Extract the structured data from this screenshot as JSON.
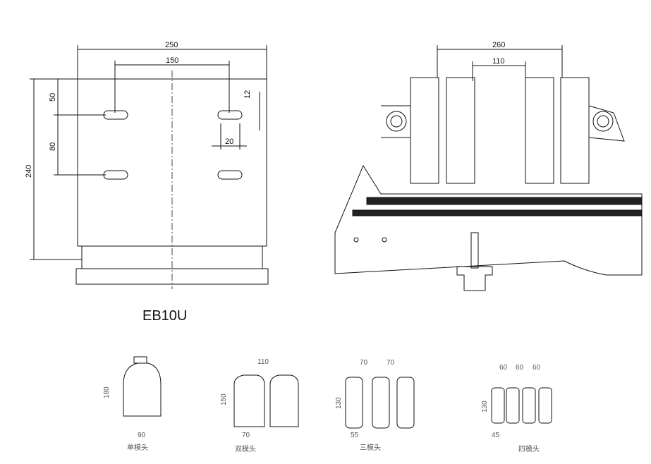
{
  "left_drawing": {
    "dims": {
      "width_total": "250",
      "hole_spacing": "150",
      "height_total": "240",
      "top_offset": "50",
      "hole_vertical": "80",
      "slot_height": "12",
      "slot_length": "20"
    }
  },
  "right_drawing": {
    "dims": {
      "outer": "260",
      "inner": "110"
    }
  },
  "model_label": "EB10U",
  "bottles": [
    {
      "label": "单模头",
      "height": "180",
      "width": "90"
    },
    {
      "label": "双模头",
      "height": "150",
      "width": "70",
      "spacing": "110"
    },
    {
      "label": "三模头",
      "height": "130",
      "width": "55",
      "spacing1": "70",
      "spacing2": "70"
    },
    {
      "label": "四模头",
      "height": "130",
      "width": "45",
      "spacing1": "60",
      "spacing2": "60",
      "spacing3": "60"
    }
  ]
}
